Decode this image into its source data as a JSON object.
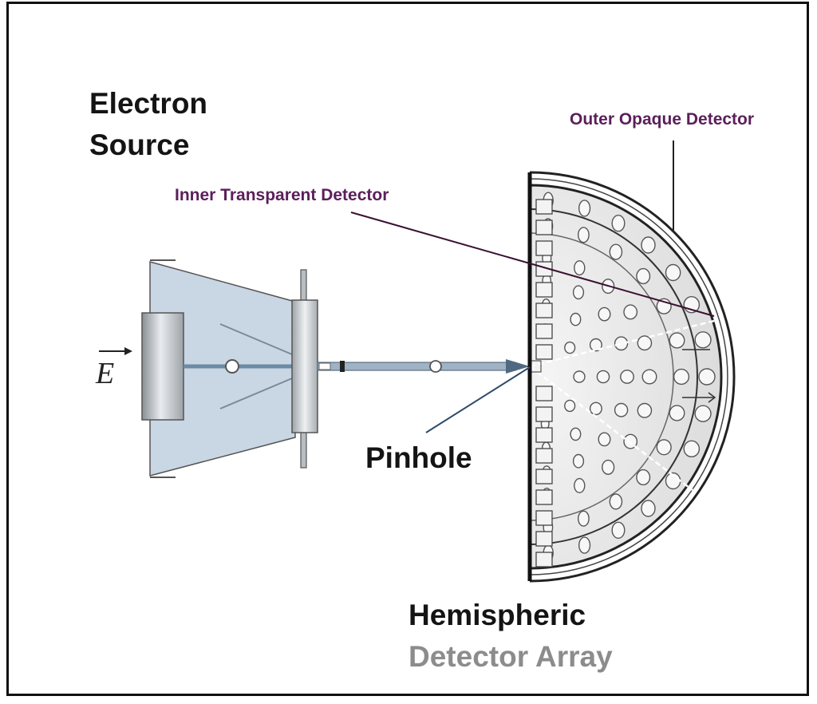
{
  "labels": {
    "source_line1": "Electron",
    "source_line2": "Source",
    "outer_detector": "Outer Opaque Detector",
    "inner_detector": "Inner Transparent Detector",
    "pinhole": "Pinhole",
    "hemi_line1": "Hemispheric",
    "hemi_line2": "Detector Array",
    "field": "E"
  },
  "colors": {
    "source_fill": "#c9d6e3",
    "beam": "#6c8aa3",
    "label_purple": "#5a1f5a",
    "hemisphere_fill": "#e9e9e9"
  }
}
